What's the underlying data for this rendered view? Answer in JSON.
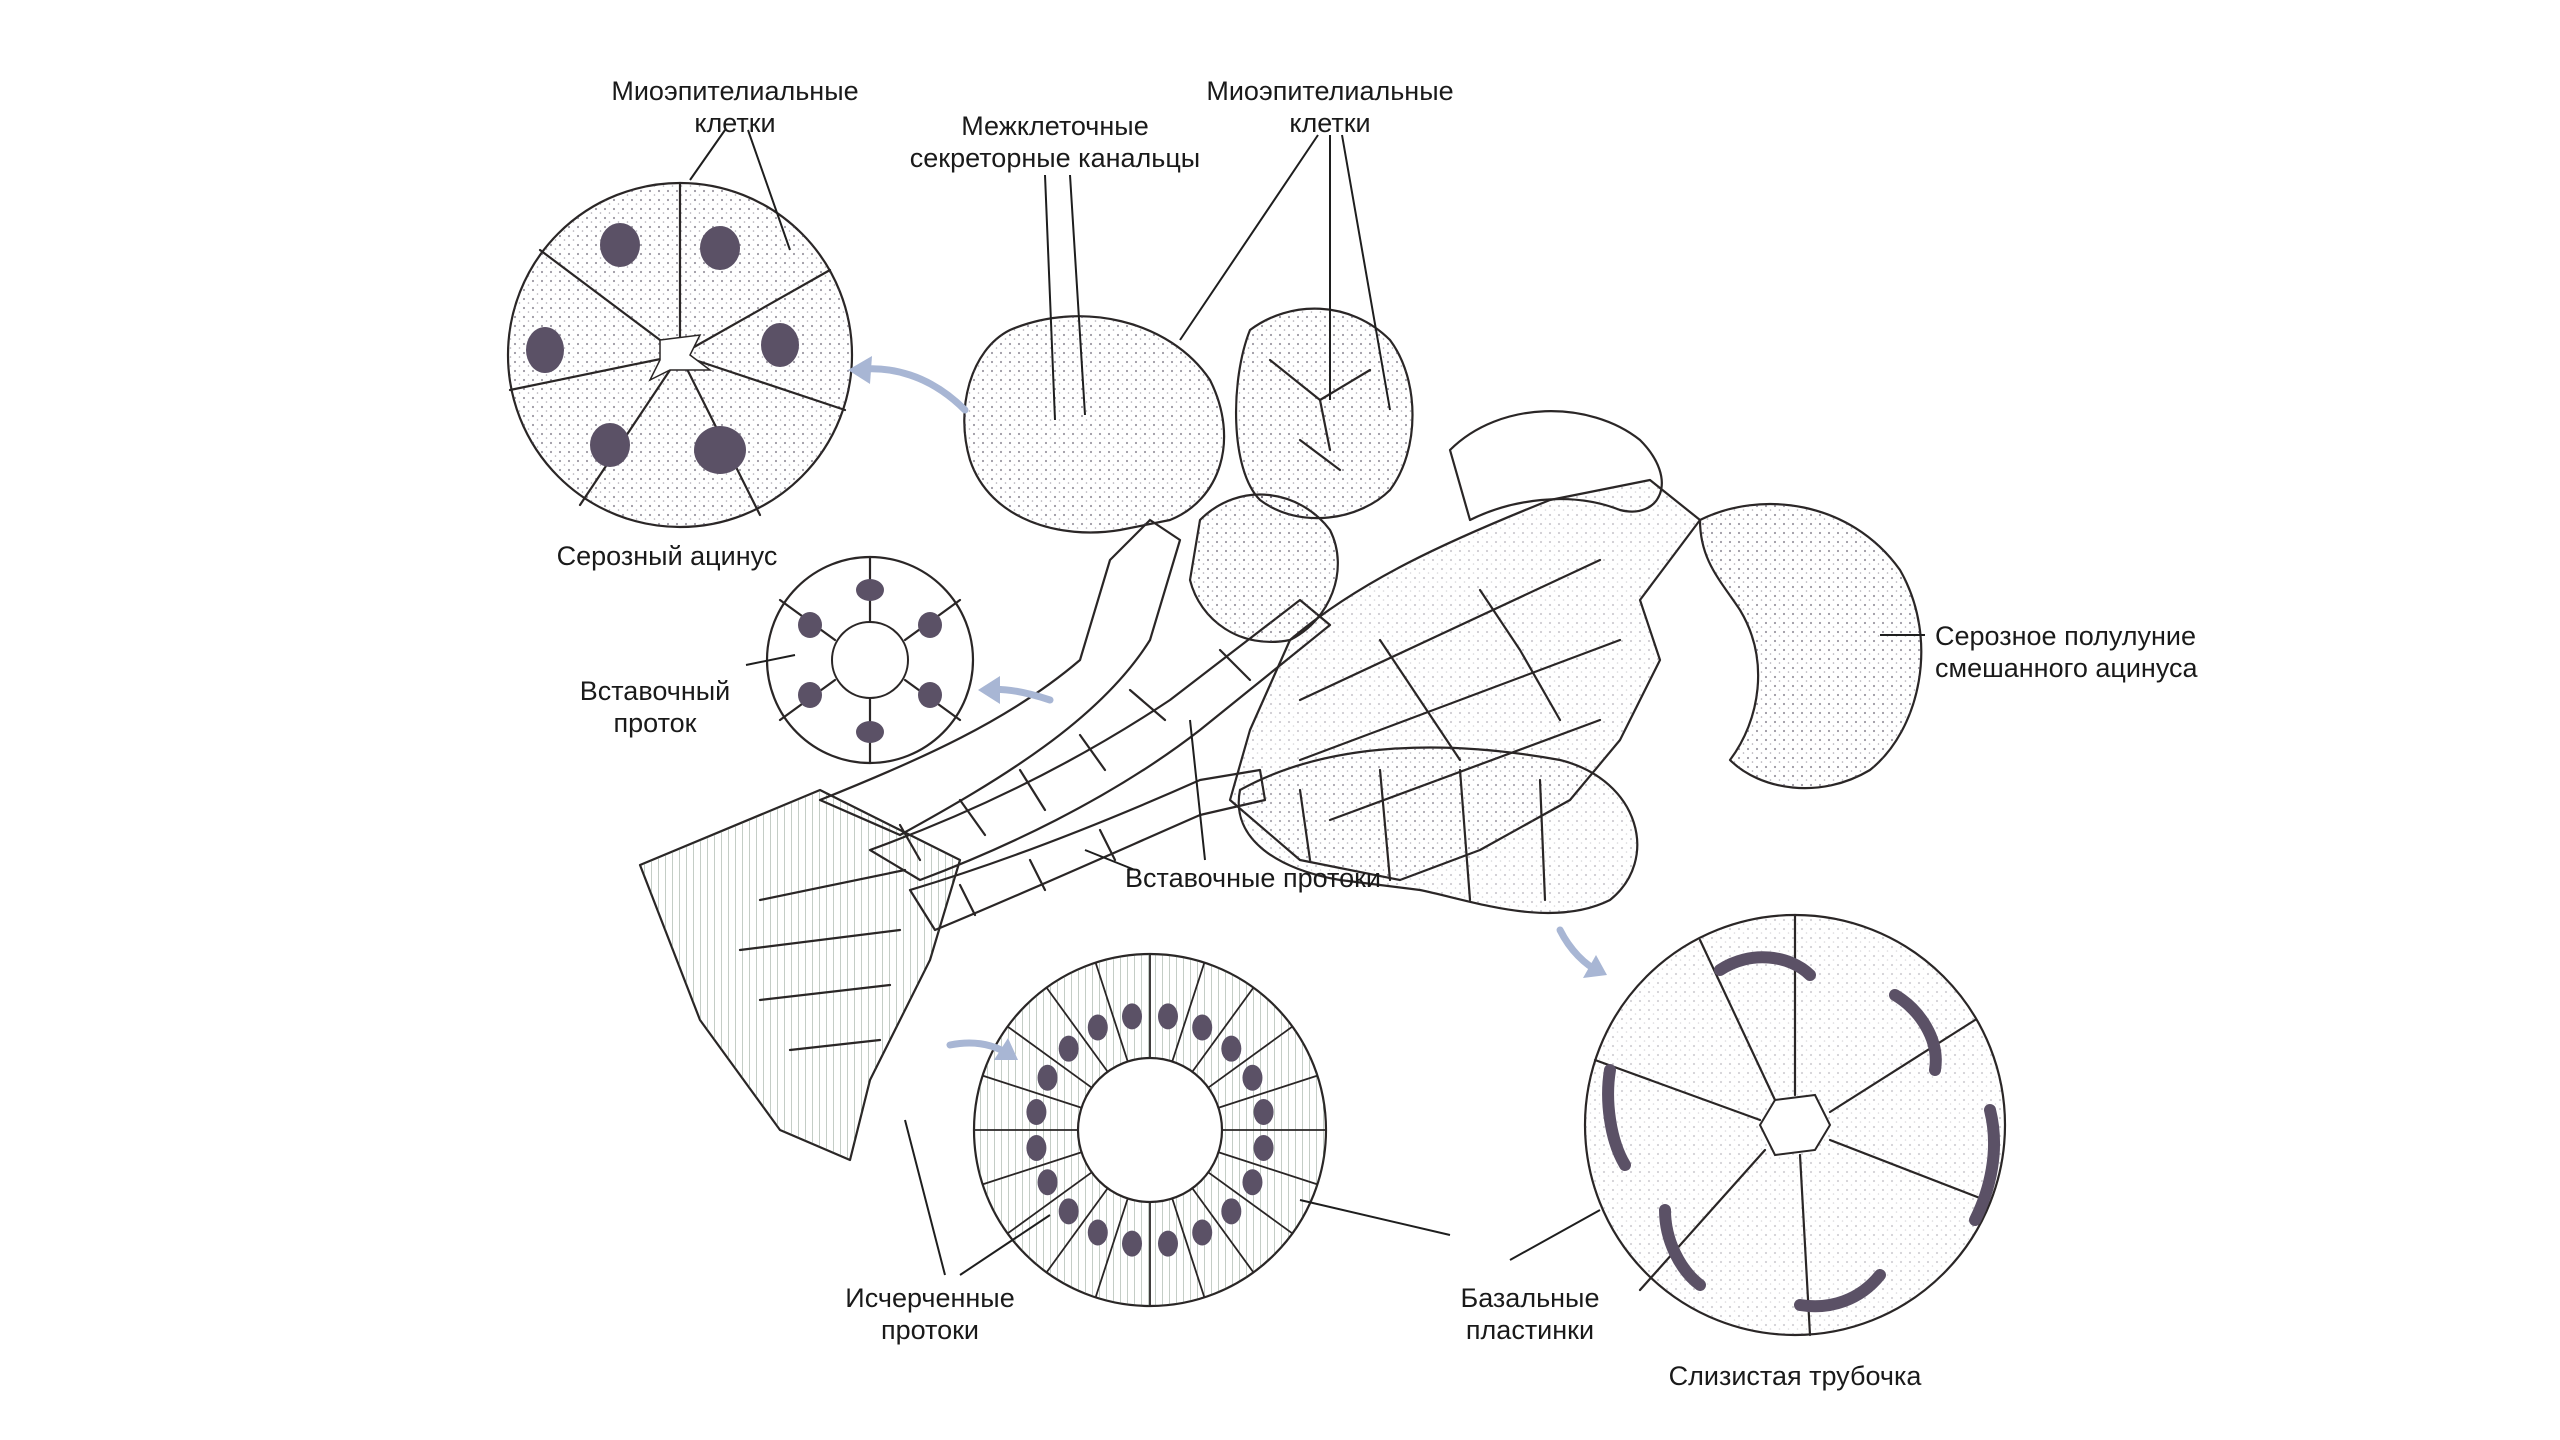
{
  "labels": {
    "myoepithelial_left": [
      "Миоэпителиальные",
      "клетки"
    ],
    "intercellular_canaliculi": [
      "Межклеточные",
      "секреторные канальцы"
    ],
    "myoepithelial_right": [
      "Миоэпителиальные",
      "клетки"
    ],
    "serous_acinus": "Серозный ацинус",
    "intercalated_duct": [
      "Вставочный",
      "проток"
    ],
    "serous_demilune": [
      "Серозное полулуние",
      "смешанного ацинуса"
    ],
    "intercalated_ducts": "Вставочные протоки",
    "striated_ducts": [
      "Исчерченные",
      "протоки"
    ],
    "basal_laminae": [
      "Базальные",
      "пластинки"
    ],
    "mucous_tubule": "Слизистая трубочка"
  },
  "colors": {
    "serous": "#c7bedd",
    "serous_dark": "#a99cc8",
    "intercalated": "#dde2ef",
    "striated": "#cfe2d0",
    "mucous": "#f1dcbd",
    "nucleus": "#5b5166",
    "arrow": "#a8b6d4"
  }
}
